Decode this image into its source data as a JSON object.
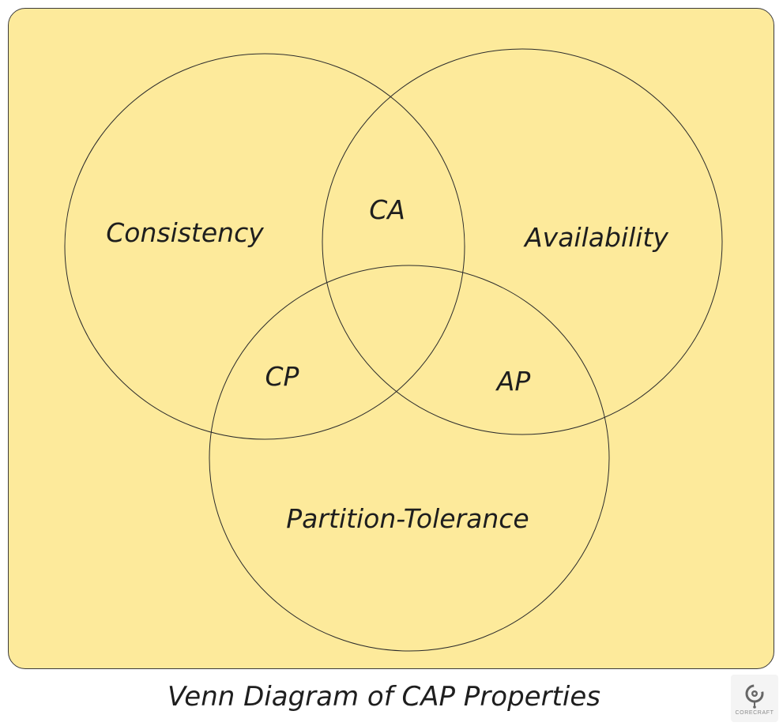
{
  "diagram": {
    "background_color": "#fdea9b",
    "stroke_color": "#2b2b2b",
    "sets": {
      "consistency": "Consistency",
      "availability": "Availability",
      "partition_tolerance": "Partition-Tolerance"
    },
    "intersections": {
      "ca": "CA",
      "cp": "CP",
      "ap": "AP"
    }
  },
  "caption": "Venn Diagram of CAP Properties",
  "logo": {
    "text": "CORECRAFT",
    "icon": "gear-lightbulb-icon"
  }
}
